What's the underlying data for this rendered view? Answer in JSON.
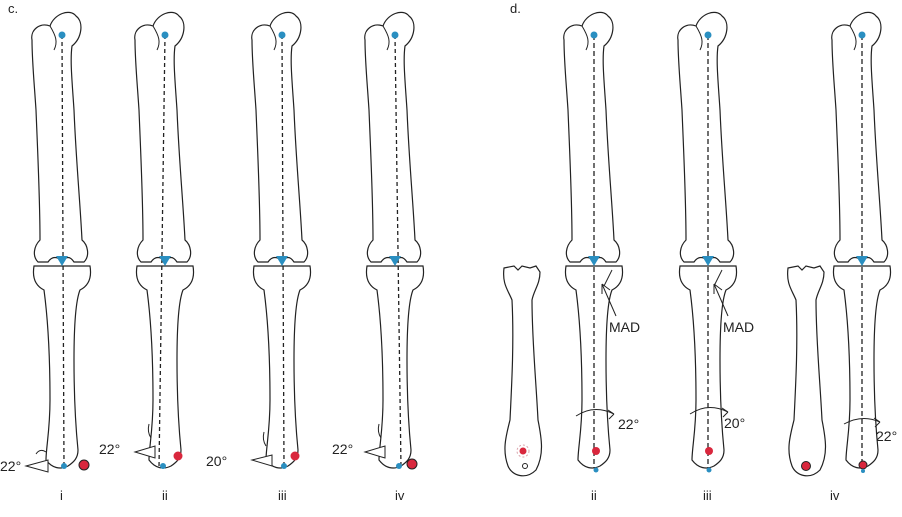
{
  "panels": {
    "c": {
      "label": "c.",
      "figures": [
        {
          "numeral": "i",
          "angle": "22°"
        },
        {
          "numeral": "ii",
          "angle": "22°"
        },
        {
          "numeral": "iii",
          "angle": "20°"
        },
        {
          "numeral": "iv",
          "angle": "22°"
        }
      ]
    },
    "d": {
      "label": "d.",
      "figures": [
        {
          "numeral": "ii",
          "angle": "22°",
          "callout": "MAD"
        },
        {
          "numeral": "iii",
          "angle": "20°",
          "callout": "MAD"
        },
        {
          "numeral": "iv",
          "angle": "22°"
        }
      ]
    }
  },
  "colors": {
    "outline": "#222222",
    "joint_center": "#2a8fc1",
    "ankle_marker": "#d9273d",
    "axis_line": "#222222"
  }
}
